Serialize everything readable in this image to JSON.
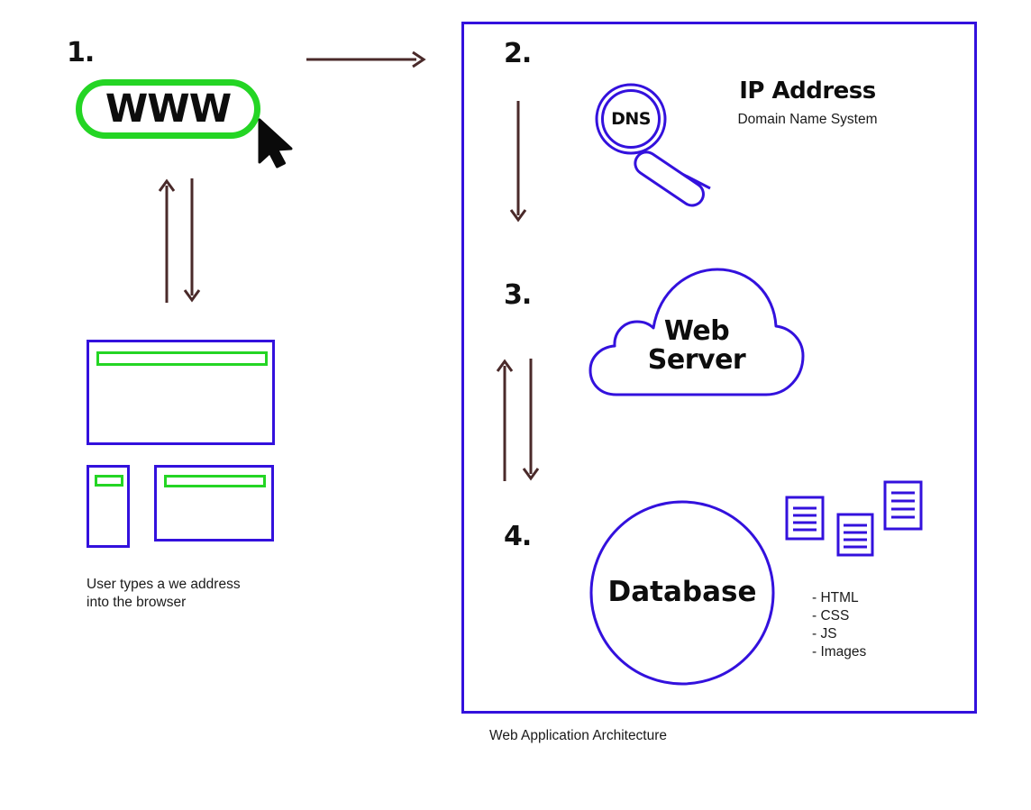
{
  "diagram": {
    "title": "Web Application Architecture",
    "colors": {
      "green": "#24d524",
      "blue": "#3311dd",
      "arrow": "#4a2a2a",
      "text": "#0d0d0d"
    }
  },
  "steps": {
    "one": "1.",
    "two": "2.",
    "three": "3.",
    "four": "4."
  },
  "client": {
    "www_label": "WWW",
    "cursor_icon": "mouse-pointer-icon",
    "caption": "User types a we address\ninto the browser"
  },
  "dns": {
    "badge": "DNS",
    "title": "IP Address",
    "subtitle": "Domain Name System",
    "icon": "magnifying-glass-icon"
  },
  "server": {
    "label": "Web\nServer",
    "icon": "cloud-icon"
  },
  "database": {
    "label": "Database",
    "icon": "circle-icon",
    "file_icon": "document-icon",
    "assets": [
      "- HTML",
      "- CSS",
      "- JS",
      "- Images"
    ]
  },
  "arrows": {
    "request_to_panel": "arrow-right",
    "client_up": "arrow-up",
    "client_down": "arrow-down",
    "dns_down": "arrow-down",
    "server_up": "arrow-up",
    "server_down": "arrow-down"
  }
}
